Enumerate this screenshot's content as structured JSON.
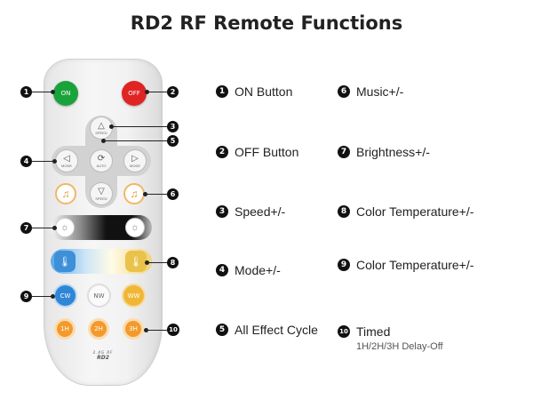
{
  "title": "RD2 RF Remote Functions",
  "remote": {
    "on_label": "ON",
    "off_label": "OFF",
    "speed_label": "SPEED",
    "mode_label": "MODE",
    "auto_label": "AUTO",
    "cw_label": "CW",
    "nw_label": "NW",
    "ww_label": "WW",
    "timer_1h": "1H",
    "timer_2h": "2H",
    "timer_3h": "3H",
    "brand_line1": "2.4G  RF",
    "brand_line2": "RD2",
    "glyphs": {
      "up": "△",
      "down": "▽",
      "left": "◁",
      "right": "▷",
      "cycle": "⟳",
      "music": "♫",
      "sun": "☼",
      "therm": "🌡"
    }
  },
  "markers": [
    "1",
    "2",
    "3",
    "4",
    "5",
    "6",
    "7",
    "8",
    "9",
    "10"
  ],
  "legend": [
    {
      "num": "1",
      "text": "ON Button"
    },
    {
      "num": "2",
      "text": "OFF Button"
    },
    {
      "num": "3",
      "text": "Speed+/-"
    },
    {
      "num": "4",
      "text": "Mode+/-"
    },
    {
      "num": "5",
      "text": "All Effect Cycle"
    },
    {
      "num": "6",
      "text": "Music+/-"
    },
    {
      "num": "7",
      "text": "Brightness+/-"
    },
    {
      "num": "8",
      "text": "Color Temperature+/-"
    },
    {
      "num": "9",
      "text": "Color Temperature+/-"
    },
    {
      "num": "10",
      "text": "Timed",
      "subtext": "1H/2H/3H Delay-Off"
    }
  ],
  "colors": {
    "on": "#1aa33a",
    "off": "#e02424",
    "music_accent": "#e8952a",
    "cw": "#2f86d6",
    "ww": "#f0b636",
    "timer": "#f29a2c"
  }
}
